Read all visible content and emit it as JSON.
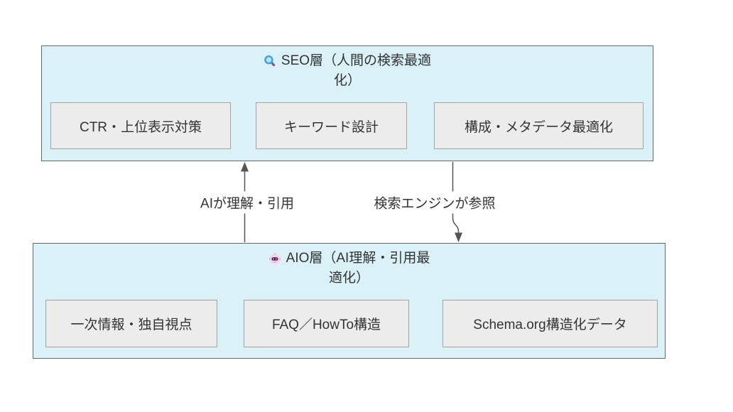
{
  "diagram": {
    "type": "layer-diagram",
    "top_layer": {
      "icon": "magnifier-icon",
      "title": "SEO層（人間の検索最適化）",
      "title_lines": [
        "SEO層（人間の検索最適",
        "化）"
      ],
      "nodes": [
        "CTR・上位表示対策",
        "キーワード設計",
        "構成・メタデータ最適化"
      ]
    },
    "bottom_layer": {
      "icon": "robot-icon",
      "title": "AIO層（AI理解・引用最適化）",
      "title_lines": [
        "AIO層（AI理解・引用最",
        "適化）"
      ],
      "nodes": [
        "一次情報・独自視点",
        "FAQ／HowTo構造",
        "Schema.org構造化データ"
      ]
    },
    "edges": [
      {
        "from": "bottom_layer",
        "to": "top_layer",
        "direction": "up",
        "label": "AIが理解・引用"
      },
      {
        "from": "top_layer",
        "to": "bottom_layer",
        "direction": "down",
        "label": "検索エンジンが参照"
      }
    ],
    "colors": {
      "layer_fill": "#d9f1f7",
      "layer_border": "#5f6a6d",
      "node_fill": "#ececec",
      "node_border": "#a3a3a3",
      "arrow": "#555555",
      "text": "#333333",
      "background": "#ffffff"
    }
  }
}
